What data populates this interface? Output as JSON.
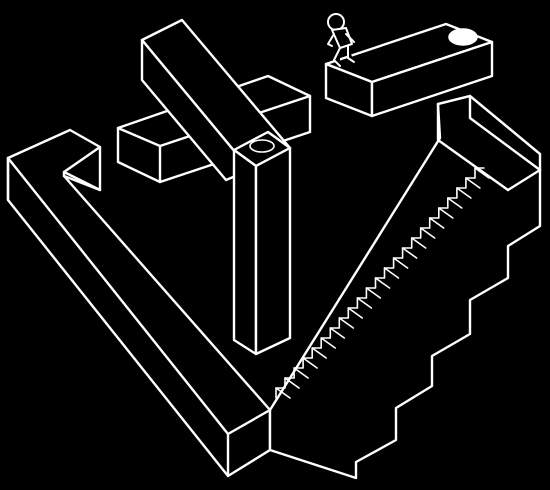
{
  "scene": {
    "background": "#000000",
    "line_color": "#ffffff",
    "stair_step_count": 23,
    "objects": [
      "impossible-staircase",
      "l-shaped-beam",
      "vertical-pillar",
      "crossbar",
      "top-ledge",
      "goal-disc",
      "walker-figure"
    ]
  }
}
